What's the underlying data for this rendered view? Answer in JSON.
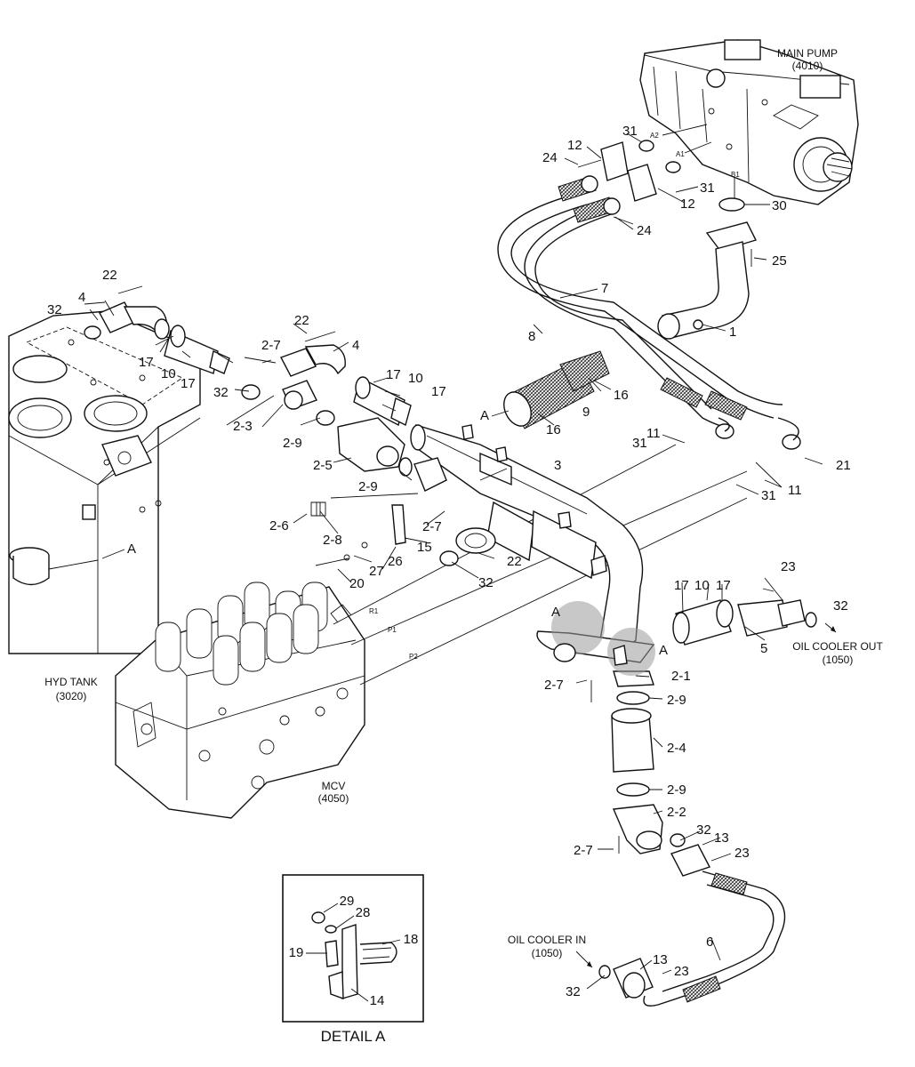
{
  "components": {
    "main_pump": {
      "name": "MAIN PUMP",
      "code": "(4010)"
    },
    "hyd_tank": {
      "name": "HYD TANK",
      "code": "(3020)"
    },
    "mcv": {
      "name": "MCV",
      "code": "(4050)"
    },
    "oil_cooler_out": {
      "name": "OIL COOLER OUT",
      "code": "(1050)"
    },
    "oil_cooler_in": {
      "name": "OIL COOLER IN",
      "code": "(1050)"
    }
  },
  "port_labels": {
    "a1": "A1",
    "a2": "A2",
    "b1": "B1",
    "r1": "R1",
    "p1": "P1",
    "p2": "P2"
  },
  "detail_markers": {
    "label": "A"
  },
  "detail_box": {
    "title": "DETAIL A",
    "parts": [
      "29",
      "28",
      "18",
      "19",
      "14"
    ]
  },
  "part_callouts": {
    "p1": "1",
    "p3": "3",
    "p4a": "4",
    "p4b": "4",
    "p5": "5",
    "p6": "6",
    "p7": "7",
    "p8": "8",
    "p9": "9",
    "p10a": "10",
    "p10b": "10",
    "p10c": "10",
    "p11a": "11",
    "p11b": "11",
    "p12a": "12",
    "p12b": "12",
    "p13a": "13",
    "p13b": "13",
    "p15": "15",
    "p16a": "16",
    "p16b": "16",
    "p17a": "17",
    "p17b": "17",
    "p17c": "17",
    "p17d": "17",
    "p17e": "17",
    "p17f": "17",
    "p20": "20",
    "p21": "21",
    "p22a": "22",
    "p22b": "22",
    "p22c": "22",
    "p23a": "23",
    "p23b": "23",
    "p23c": "23",
    "p24a": "24",
    "p24b": "24",
    "p25": "25",
    "p26": "26",
    "p27": "27",
    "p30": "30",
    "p31a": "31",
    "p31b": "31",
    "p31c": "31",
    "p31d": "31",
    "p32a": "32",
    "p32b": "32",
    "p32c": "32",
    "p32d": "32",
    "p32e": "32",
    "p32f": "32",
    "p2_1": "2-1",
    "p2_2": "2-2",
    "p2_3": "2-3",
    "p2_4": "2-4",
    "p2_5": "2-5",
    "p2_6": "2-6",
    "p2_7a": "2-7",
    "p2_7b": "2-7",
    "p2_7c": "2-7",
    "p2_7d": "2-7",
    "p2_8": "2-8",
    "p2_9a": "2-9",
    "p2_9b": "2-9",
    "p2_9c": "2-9",
    "p2_9d": "2-9"
  }
}
